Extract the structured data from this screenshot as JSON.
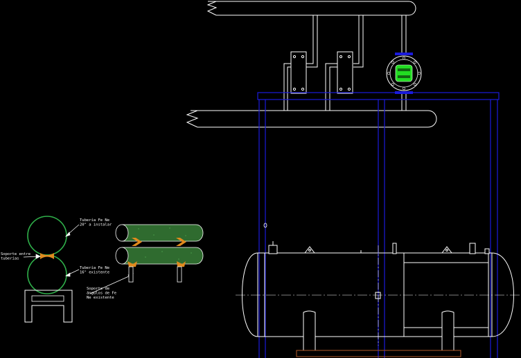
{
  "drawing": {
    "background": "#000000",
    "colors": {
      "line": "#ffffff",
      "frame": "#1a1adc",
      "pipe_fill": "#2f6b2f",
      "saddle": "#e08a1e",
      "base": "#8a3b1a",
      "flange_inner": "#22dd22",
      "flange_ring": "#1a1adc"
    },
    "annotations": {
      "pipe_new": "Tubería Fe Ne\n20\" a instalar",
      "support_between": "Soporte entre\ntuberías",
      "pipe_existing": "Tubería Fe Ne\n16\" existente",
      "angle_support": "Soporte de\nángulos de Fe\nNe existente"
    }
  }
}
